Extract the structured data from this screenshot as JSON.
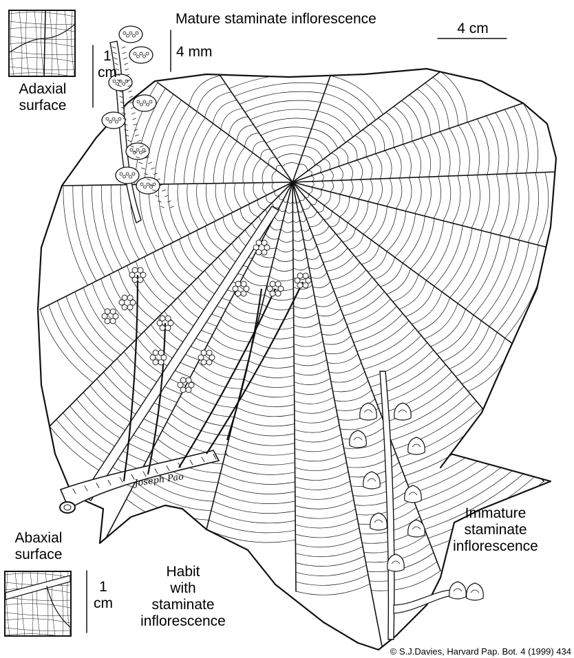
{
  "labels": {
    "adaxial": "Adaxial\nsurface",
    "abaxial": "Abaxial\nsurface",
    "scale_1cm_top": "1\ncm",
    "scale_1cm_bottom": "1\ncm",
    "scale_4mm": "4 mm",
    "scale_4cm": "4 cm",
    "mature": "Mature staminate inflorescence",
    "immature": "Immature\nstaminate\ninflorescence",
    "habit": "Habit\nwith\nstaminate\ninflorescence",
    "signature": "Joseph Pao",
    "copyright": "© S.J.Davies, Harvard Pap. Bot. 4 (1999) 434"
  },
  "colors": {
    "ink": "#111111",
    "paper": "#ffffff"
  }
}
